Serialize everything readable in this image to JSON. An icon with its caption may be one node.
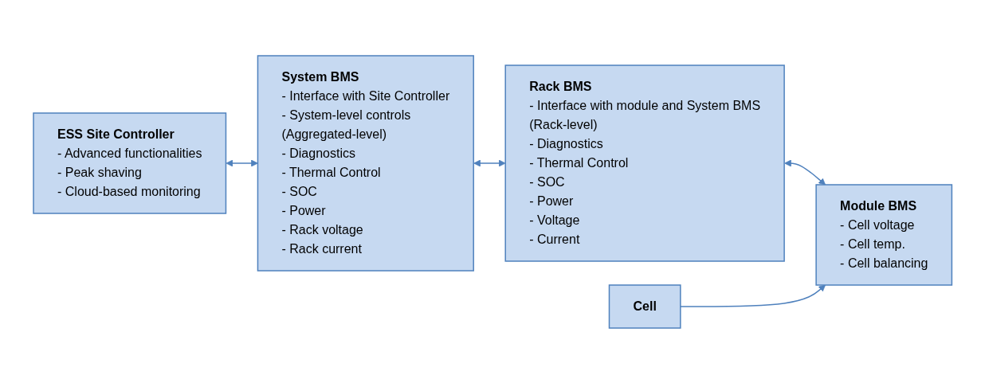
{
  "diagram": {
    "nodes": [
      {
        "text": [
          "ESS Site Controller",
          "- Advanced functionalities",
          "- Peak shaving",
          "- Cloud-based monitoring"
        ]
      },
      {
        "text": [
          "System BMS",
          "- Interface with Site Controller",
          "- System-level controls",
          "(Aggregated-level)",
          "- Diagnostics",
          "- Thermal Control",
          "- SOC",
          "- Power",
          "- Rack voltage",
          "- Rack current"
        ]
      },
      {
        "text": [
          "Rack BMS",
          "- Interface with module and System BMS",
          "(Rack-level)",
          "- Diagnostics",
          "- Thermal Control",
          "- SOC",
          "- Power",
          "- Voltage",
          "- Current"
        ]
      },
      {
        "text": [
          "Module BMS",
          "- Cell voltage",
          "- Cell temp.",
          "- Cell balancing"
        ]
      },
      {
        "text": [
          "Cell"
        ]
      }
    ],
    "edges": [
      {
        "from": 0,
        "to": 1,
        "arrow": "both"
      },
      {
        "from": 1,
        "to": 2,
        "arrow": "both"
      },
      {
        "from": 2,
        "to": 3,
        "arrow": "both"
      },
      {
        "from": 4,
        "to": 3,
        "arrow": "to"
      }
    ]
  }
}
